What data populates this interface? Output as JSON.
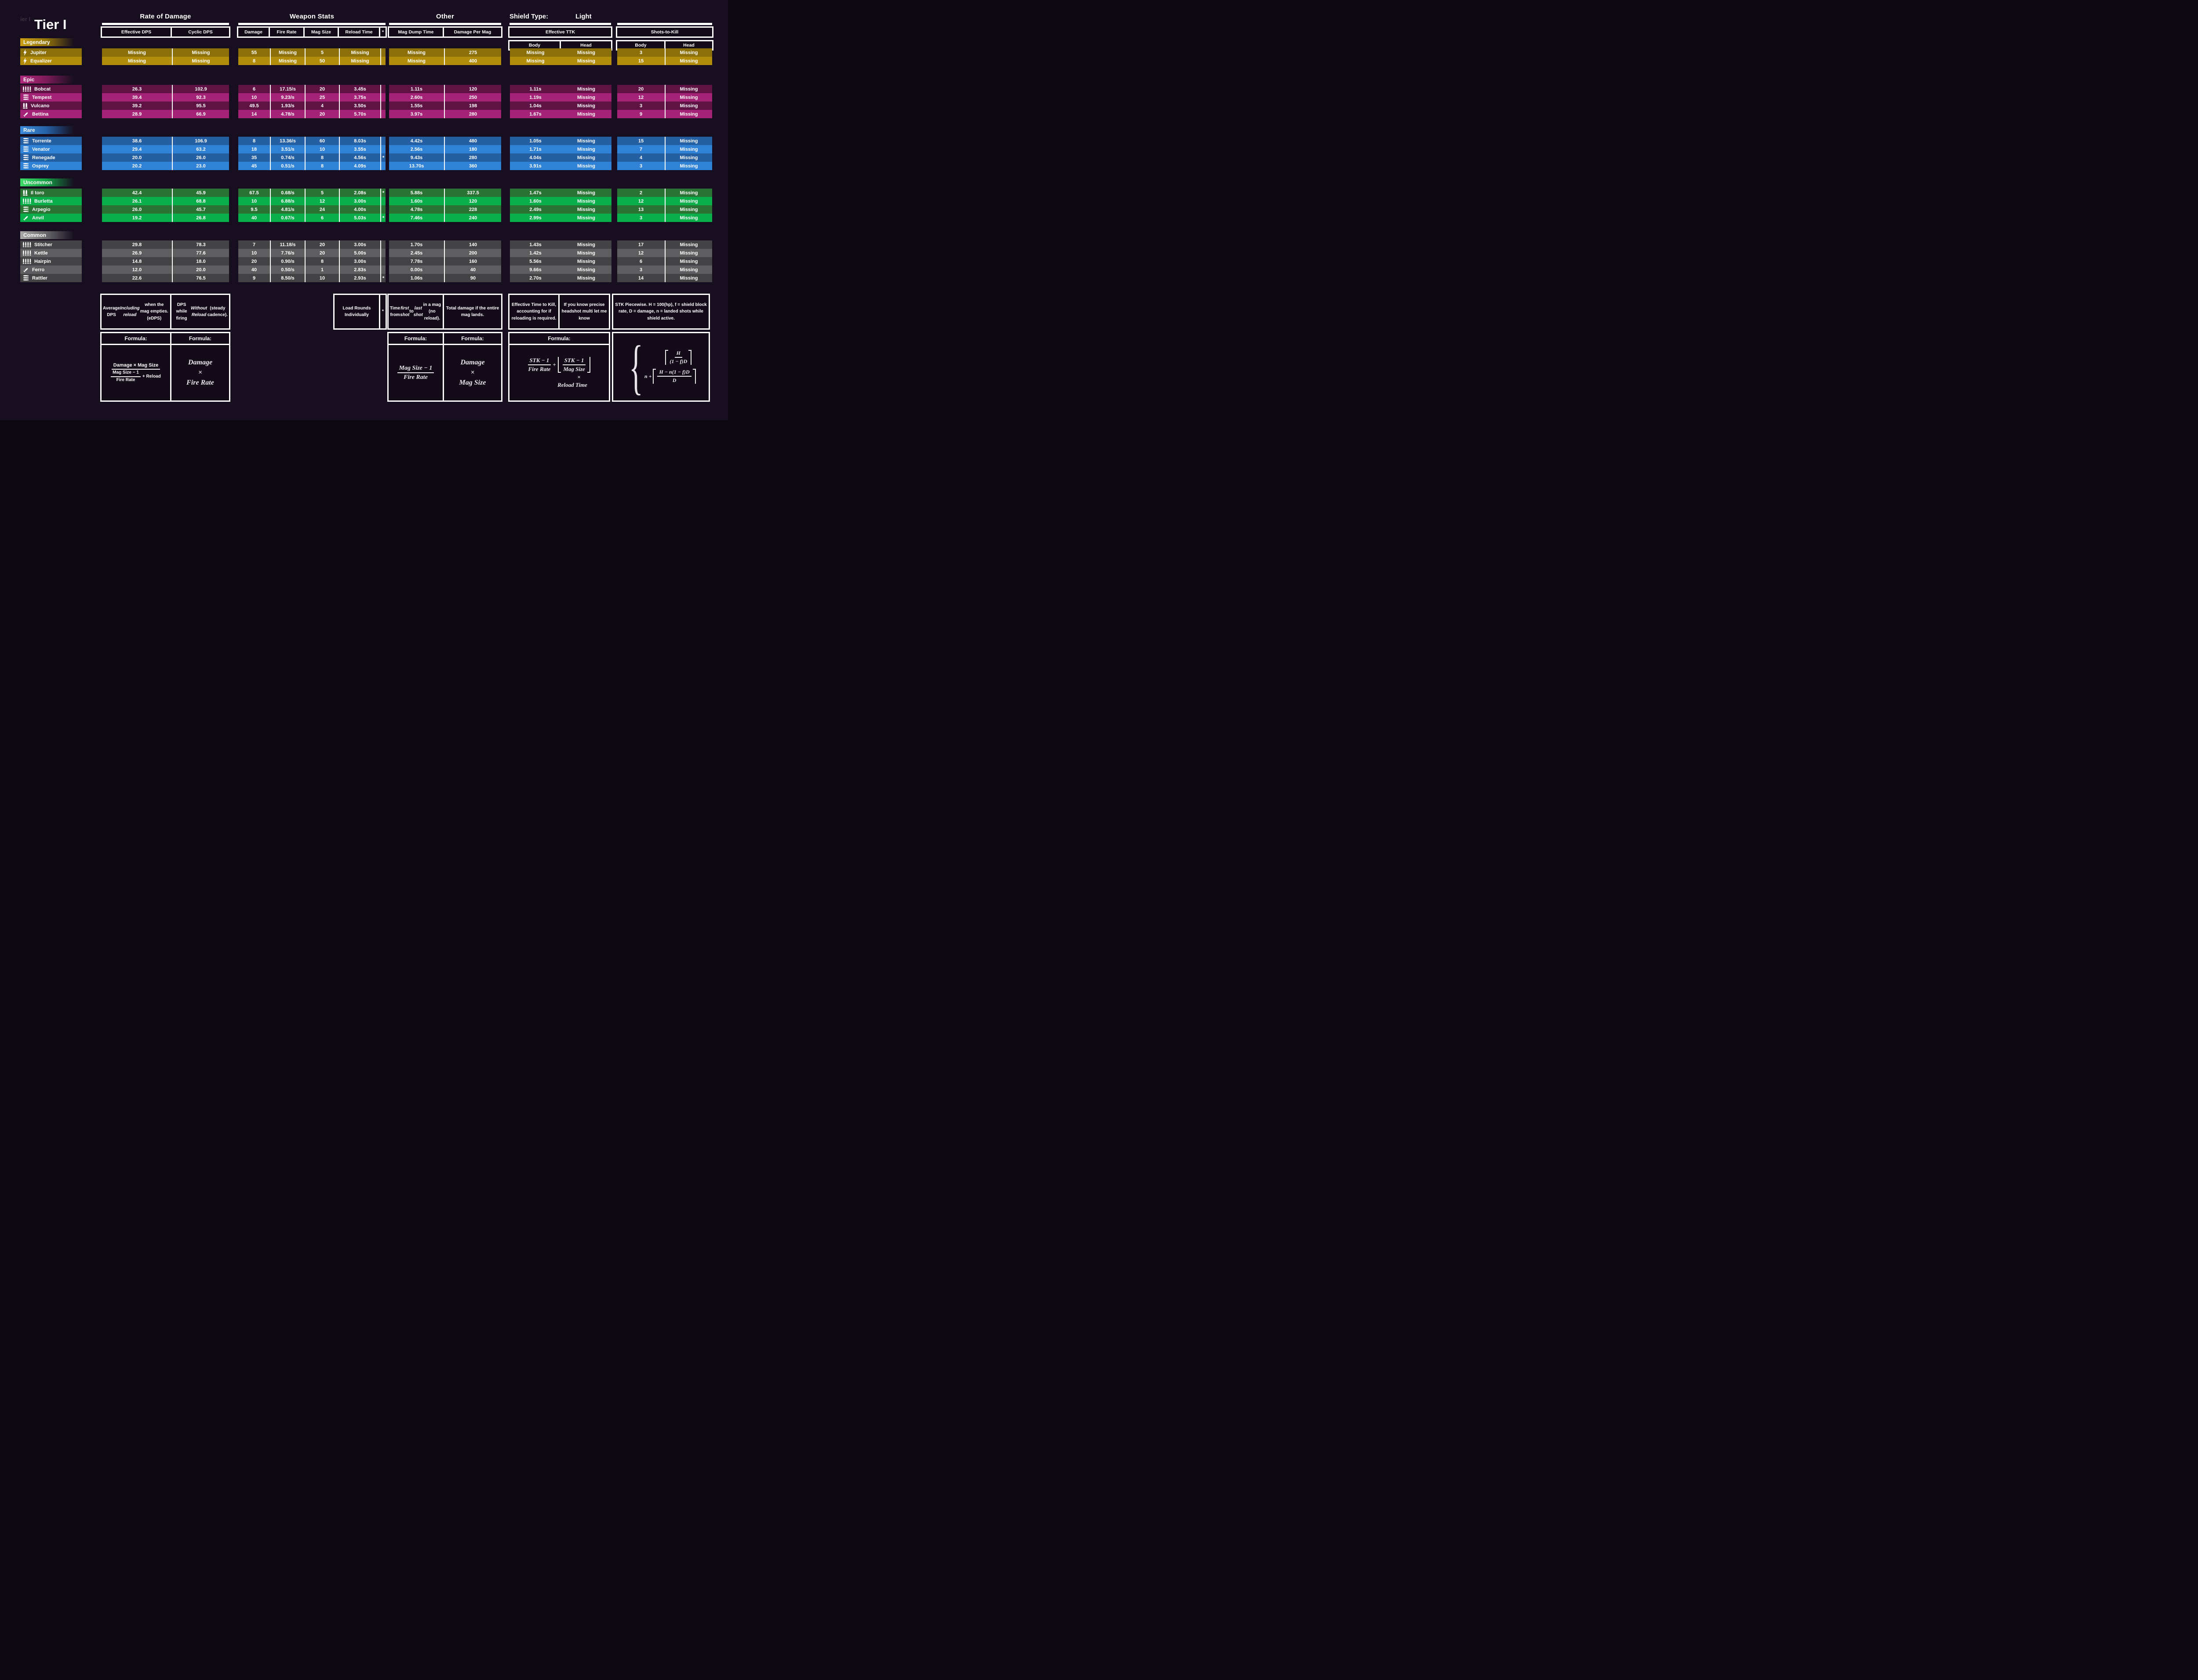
{
  "page": {
    "tier_label_small": "ier I",
    "tier_title": "Tier I"
  },
  "header": {
    "rate_of_damage": {
      "title": "Rate of Damage",
      "cols": [
        "Effective DPS",
        "Cyclic DPS"
      ]
    },
    "weapon_stats": {
      "title": "Weapon Stats",
      "cols": [
        "Damage",
        "Fire Rate",
        "Mag Size",
        "Reload Time",
        "*"
      ]
    },
    "other": {
      "title": "Other",
      "cols": [
        "Mag Dump Time",
        "Damage Per Mag"
      ]
    },
    "shield": {
      "label": "Shield Type:",
      "value": "Light"
    },
    "effective_ttk": {
      "title": "Effective TTK",
      "sub": [
        "Body",
        "Head"
      ]
    },
    "shots_to_kill": {
      "title": "Shots-to-Kill",
      "sub": [
        "Body",
        "Head"
      ]
    }
  },
  "tiers": [
    {
      "name": "Legendary",
      "weapons": [
        {
          "icon": "lightning-icon",
          "name": "Jupiter",
          "edps": "Missing",
          "cdps": "Missing",
          "damage": "55",
          "fire_rate": "Missing",
          "mag": "5",
          "reload": "Missing",
          "star": "",
          "mag_dump": "Missing",
          "dpm": "275",
          "ttk_body": "Missing",
          "ttk_head": "Missing",
          "stk_body": "3",
          "stk_head": "Missing"
        },
        {
          "icon": "lightning-icon",
          "name": "Equalizer",
          "edps": "Missing",
          "cdps": "Missing",
          "damage": "8",
          "fire_rate": "Missing",
          "mag": "50",
          "reload": "Missing",
          "star": "",
          "mag_dump": "Missing",
          "dpm": "400",
          "ttk_body": "Missing",
          "ttk_head": "Missing",
          "stk_body": "15",
          "stk_head": "Missing"
        }
      ]
    },
    {
      "name": "Epic",
      "weapons": [
        {
          "icon": "bullets-4-vertical-icon",
          "name": "Bobcat",
          "edps": "26.3",
          "cdps": "102.9",
          "damage": "6",
          "fire_rate": "17.15/s",
          "mag": "20",
          "reload": "3.45s",
          "star": "",
          "mag_dump": "1.11s",
          "dpm": "120",
          "ttk_body": "1.11s",
          "ttk_head": "Missing",
          "stk_body": "20",
          "stk_head": "Missing"
        },
        {
          "icon": "bullets-3-horizontal-icon",
          "name": "Tempest",
          "edps": "39.4",
          "cdps": "92.3",
          "damage": "10",
          "fire_rate": "9.23/s",
          "mag": "25",
          "reload": "3.75s",
          "star": "",
          "mag_dump": "2.60s",
          "dpm": "250",
          "ttk_body": "1.19s",
          "ttk_head": "Missing",
          "stk_body": "12",
          "stk_head": "Missing"
        },
        {
          "icon": "shells-2-vertical-icon",
          "name": "Vulcano",
          "edps": "39.2",
          "cdps": "95.5",
          "damage": "49.5",
          "fire_rate": "1.93/s",
          "mag": "4",
          "reload": "3.50s",
          "star": "",
          "mag_dump": "1.55s",
          "dpm": "198",
          "ttk_body": "1.04s",
          "ttk_head": "Missing",
          "stk_body": "3",
          "stk_head": "Missing"
        },
        {
          "icon": "bullet-diagonal-icon",
          "name": "Bettina",
          "edps": "28.9",
          "cdps": "66.9",
          "damage": "14",
          "fire_rate": "4.78/s",
          "mag": "20",
          "reload": "5.70s",
          "star": "",
          "mag_dump": "3.97s",
          "dpm": "280",
          "ttk_body": "1.67s",
          "ttk_head": "Missing",
          "stk_body": "9",
          "stk_head": "Missing"
        }
      ]
    },
    {
      "name": "Rare",
      "weapons": [
        {
          "icon": "bullets-3-horizontal-icon",
          "name": "Torrente",
          "edps": "38.6",
          "cdps": "106.9",
          "damage": "8",
          "fire_rate": "13.36/s",
          "mag": "60",
          "reload": "8.03s",
          "star": "",
          "mag_dump": "4.42s",
          "dpm": "480",
          "ttk_body": "1.05s",
          "ttk_head": "Missing",
          "stk_body": "15",
          "stk_head": "Missing"
        },
        {
          "icon": "bullets-3-horizontal-icon",
          "name": "Venator",
          "edps": "29.4",
          "cdps": "63.2",
          "damage": "18",
          "fire_rate": "3.51/s",
          "mag": "10",
          "reload": "3.55s",
          "star": "",
          "mag_dump": "2.56s",
          "dpm": "180",
          "ttk_body": "1.71s",
          "ttk_head": "Missing",
          "stk_body": "7",
          "stk_head": "Missing"
        },
        {
          "icon": "bullets-3-horizontal-icon",
          "name": "Renegade",
          "edps": "20.0",
          "cdps": "26.0",
          "damage": "35",
          "fire_rate": "0.74/s",
          "mag": "8",
          "reload": "4.56s",
          "star": "*",
          "mag_dump": "9.43s",
          "dpm": "280",
          "ttk_body": "4.04s",
          "ttk_head": "Missing",
          "stk_body": "4",
          "stk_head": "Missing"
        },
        {
          "icon": "bullets-3-horizontal-icon",
          "name": "Osprey",
          "edps": "20.2",
          "cdps": "23.0",
          "damage": "45",
          "fire_rate": "0.51/s",
          "mag": "8",
          "reload": "4.09s",
          "star": "",
          "mag_dump": "13.70s",
          "dpm": "360",
          "ttk_body": "3.91s",
          "ttk_head": "Missing",
          "stk_body": "3",
          "stk_head": "Missing"
        }
      ]
    },
    {
      "name": "Uncommon",
      "weapons": [
        {
          "icon": "shells-2-vertical-icon",
          "name": "Il toro",
          "edps": "42.4",
          "cdps": "45.9",
          "damage": "67.5",
          "fire_rate": "0.68/s",
          "mag": "5",
          "reload": "2.08s",
          "star": "*",
          "mag_dump": "5.88s",
          "dpm": "337.5",
          "ttk_body": "1.47s",
          "ttk_head": "Missing",
          "stk_body": "2",
          "stk_head": "Missing"
        },
        {
          "icon": "bullets-4-vertical-icon",
          "name": "Burletta",
          "edps": "26.1",
          "cdps": "68.8",
          "damage": "10",
          "fire_rate": "6.88/s",
          "mag": "12",
          "reload": "3.00s",
          "star": "",
          "mag_dump": "1.60s",
          "dpm": "120",
          "ttk_body": "1.60s",
          "ttk_head": "Missing",
          "stk_body": "12",
          "stk_head": "Missing"
        },
        {
          "icon": "bullets-3-horizontal-icon",
          "name": "Arpegio",
          "edps": "26.0",
          "cdps": "45.7",
          "damage": "9.5",
          "fire_rate": "4.81/s",
          "mag": "24",
          "reload": "4.00s",
          "star": "",
          "mag_dump": "4.78s",
          "dpm": "228",
          "ttk_body": "2.49s",
          "ttk_head": "Missing",
          "stk_body": "13",
          "stk_head": "Missing"
        },
        {
          "icon": "bullet-diagonal-icon",
          "name": "Anvil",
          "edps": "19.2",
          "cdps": "26.8",
          "damage": "40",
          "fire_rate": "0.67/s",
          "mag": "6",
          "reload": "5.03s",
          "star": "*",
          "mag_dump": "7.46s",
          "dpm": "240",
          "ttk_body": "2.99s",
          "ttk_head": "Missing",
          "stk_body": "3",
          "stk_head": "Missing"
        }
      ]
    },
    {
      "name": "Common",
      "weapons": [
        {
          "icon": "bullets-4-vertical-icon",
          "name": "Stitcher",
          "edps": "29.8",
          "cdps": "78.3",
          "damage": "7",
          "fire_rate": "11.18/s",
          "mag": "20",
          "reload": "3.00s",
          "star": "",
          "mag_dump": "1.70s",
          "dpm": "140",
          "ttk_body": "1.43s",
          "ttk_head": "Missing",
          "stk_body": "17",
          "stk_head": "Missing"
        },
        {
          "icon": "bullets-4-vertical-icon",
          "name": "Kettle",
          "edps": "26.9",
          "cdps": "77.6",
          "damage": "10",
          "fire_rate": "7.76/s",
          "mag": "20",
          "reload": "5.00s",
          "star": "",
          "mag_dump": "2.45s",
          "dpm": "200",
          "ttk_body": "1.42s",
          "ttk_head": "Missing",
          "stk_body": "12",
          "stk_head": "Missing"
        },
        {
          "icon": "bullets-4-vertical-icon",
          "name": "Hairpin",
          "edps": "14.8",
          "cdps": "18.0",
          "damage": "20",
          "fire_rate": "0.90/s",
          "mag": "8",
          "reload": "3.00s",
          "star": "",
          "mag_dump": "7.78s",
          "dpm": "160",
          "ttk_body": "5.56s",
          "ttk_head": "Missing",
          "stk_body": "6",
          "stk_head": "Missing"
        },
        {
          "icon": "bullet-diagonal-icon",
          "name": "Ferro",
          "edps": "12.0",
          "cdps": "20.0",
          "damage": "40",
          "fire_rate": "0.50/s",
          "mag": "1",
          "reload": "2.83s",
          "star": "",
          "mag_dump": "0.00s",
          "dpm": "40",
          "ttk_body": "9.66s",
          "ttk_head": "Missing",
          "stk_body": "3",
          "stk_head": "Missing"
        },
        {
          "icon": "bullets-3-horizontal-icon",
          "name": "Rattler",
          "edps": "22.6",
          "cdps": "76.5",
          "damage": "9",
          "fire_rate": "8.50/s",
          "mag": "10",
          "reload": "2.93s",
          "star": "*",
          "mag_dump": "1.06s",
          "dpm": "90",
          "ttk_body": "2.70s",
          "ttk_head": "Missing",
          "stk_body": "14",
          "stk_head": "Missing"
        }
      ]
    }
  ],
  "notes": {
    "edps": [
      {
        "t": "Average DPS ",
        "i": 0
      },
      {
        "t": "Including reload",
        "i": 1
      },
      {
        "t": " when the mag empties. (eDPS)",
        "i": 0
      }
    ],
    "cyclic": [
      {
        "t": "DPS while firing ",
        "i": 0
      },
      {
        "t": "Without Reload",
        "i": 1
      },
      {
        "t": " (steady cadence).",
        "i": 0
      }
    ],
    "load_rounds": [
      {
        "t": "Load Rounds Individually",
        "i": 0
      }
    ],
    "load_rounds_star": "*",
    "mag_dump": [
      {
        "t": "Time from ",
        "i": 0
      },
      {
        "t": "first shot",
        "i": 1
      },
      {
        "t": " to ",
        "i": 0
      },
      {
        "t": "last shot",
        "i": 1
      },
      {
        "t": " in a mag (no reload).",
        "i": 0
      }
    ],
    "dpm": [
      {
        "t": "Total damage if the entire mag lands.",
        "i": 0
      }
    ],
    "ttk": [
      {
        "t": "Effective Time to Kill, accounting for if reloading is required.",
        "i": 0
      }
    ],
    "headshot": [
      {
        "t": "If you know precise headshot multi let me know",
        "i": 0
      }
    ],
    "stk": [
      {
        "t": "STK Piecewise. H = 100(hp), f = shield block rate, D = damage, n = landed shots while shield active.",
        "i": 0
      }
    ]
  },
  "formulas": {
    "label": "Formula:",
    "edps": {
      "num": "Damage × Mag Size",
      "den_num": "Mag Size  − 1",
      "den_den": "Fire Rate",
      "den_tail": "+ Reload"
    },
    "cyclic": {
      "l1": "Damage",
      "l2": "×",
      "l3": "Fire Rate"
    },
    "mag_dump": {
      "num": "Mag Size − 1",
      "den": "Fire Rate"
    },
    "dpm": {
      "l1": "Damage",
      "l2": "×",
      "l3": "Mag Size"
    },
    "ttk": {
      "f1num": "STK − 1",
      "f1den": "Fire Rate",
      "plus": "+",
      "f2num": "STK − 1",
      "f2den": "Mag Size",
      "times": "×",
      "tail": "Reload Time"
    },
    "stk": {
      "c1num": "H",
      "c1den": "(1 − f)D",
      "c2lead": "n +",
      "c2num": "H − n(1 − f)D",
      "c2den": "D"
    }
  },
  "colors": {
    "background": "#170F1F",
    "cell_black": "#130B18",
    "text": "#FFFFFF",
    "tiers": {
      "Legendary": {
        "dark": "#8B6F08",
        "light": "#B18D0B",
        "g1": "#CC9E16",
        "g2": "#95760A"
      },
      "Epic": {
        "dark": "#5F1244",
        "light": "#A52376",
        "g1": "#B02A7D",
        "g2": "#7E1B5A"
      },
      "Rare": {
        "dark": "#235FA2",
        "light": "#2F82D6",
        "g1": "#3C8BDB",
        "g2": "#2663A8"
      },
      "Uncommon": {
        "dark": "#2B7334",
        "light": "#09AF4B",
        "g1": "#40DC6A",
        "g2": "#14A045"
      },
      "Common": {
        "dark": "#434346",
        "light": "#5E5E61",
        "g1": "#A9A9A9",
        "g2": "#69696C"
      }
    }
  }
}
